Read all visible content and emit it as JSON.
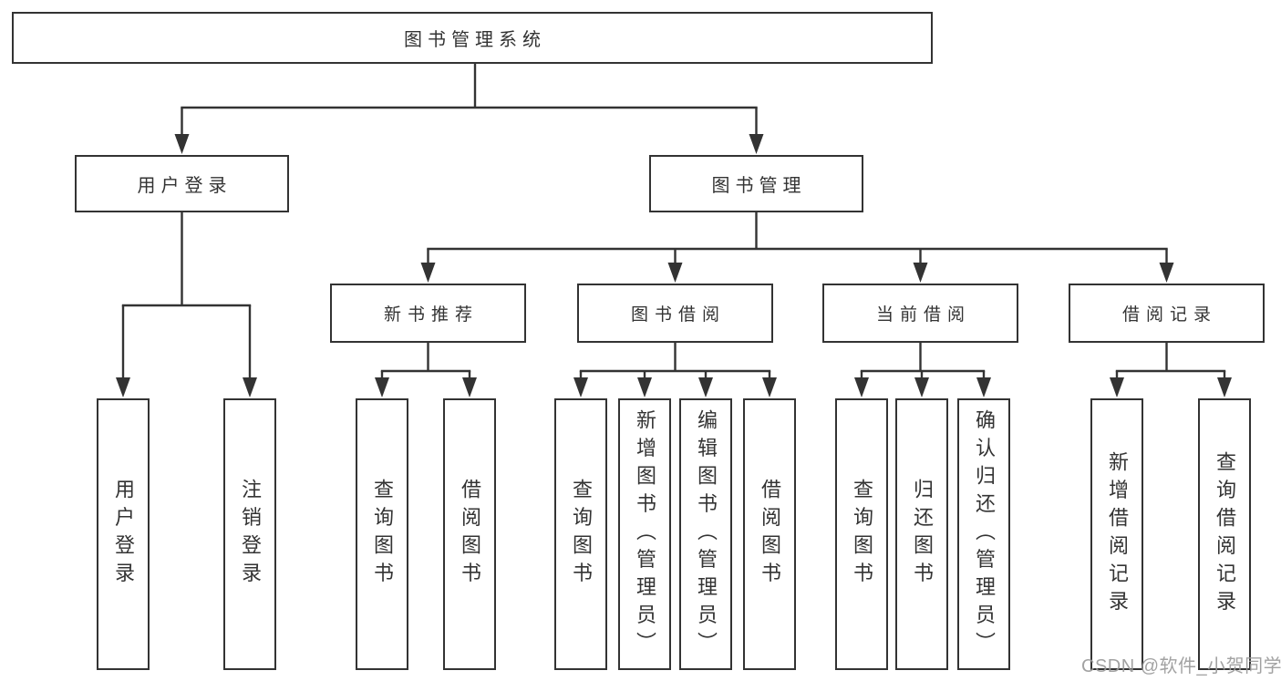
{
  "diagram": {
    "title": "图书管理系统",
    "root": {
      "label": "图书管理系统"
    },
    "level2": [
      {
        "label": "用户登录"
      },
      {
        "label": "图书管理"
      }
    ],
    "level3": [
      {
        "label": "新书推荐"
      },
      {
        "label": "图书借阅"
      },
      {
        "label": "当前借阅"
      },
      {
        "label": "借阅记录"
      }
    ],
    "leaves": {
      "login": [
        "用户登录",
        "注销登录"
      ],
      "recommend": [
        "查询图书",
        "借阅图书"
      ],
      "borrowing": [
        "查询图书",
        "新增图书（管理员）",
        "编辑图书（管理员）",
        "借阅图书"
      ],
      "current": [
        "查询图书",
        "归还图书",
        "确认归还（管理员）"
      ],
      "records": [
        "新增借阅记录",
        "查询借阅记录"
      ]
    },
    "colors": {
      "line": "#333333",
      "box_border": "#333333",
      "text": "#333333",
      "background": "#ffffff",
      "watermark": "#9a9a9a"
    }
  },
  "watermark": {
    "text": "CSDN @软件_小贺同学"
  }
}
